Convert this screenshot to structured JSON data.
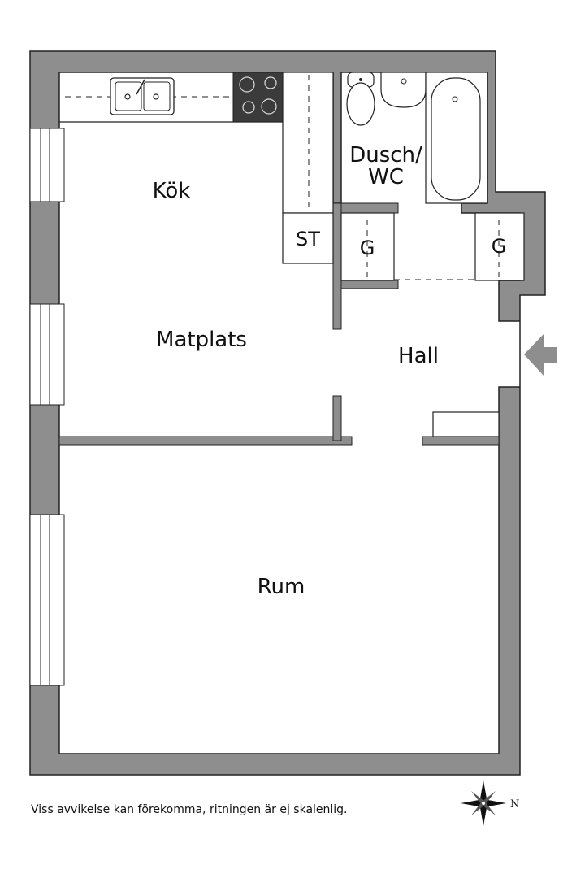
{
  "rooms": {
    "kitchen": "Kök",
    "dining": "Matplats",
    "bath_line1": "Dusch/",
    "bath_line2": "WC",
    "hall": "Hall",
    "room": "Rum"
  },
  "appliances": {
    "dishwasher": "ST",
    "wardrobe": "G"
  },
  "disclaimer": "Viss avvikelse kan förekomma, ritningen är ej skalenlig.",
  "compass": {
    "north": "N"
  },
  "colors": {
    "wall": "#8e8e8e",
    "wall_stroke": "#222222",
    "hob": "#3b3b3b",
    "entrance_arrow": "#8e8e8e"
  }
}
